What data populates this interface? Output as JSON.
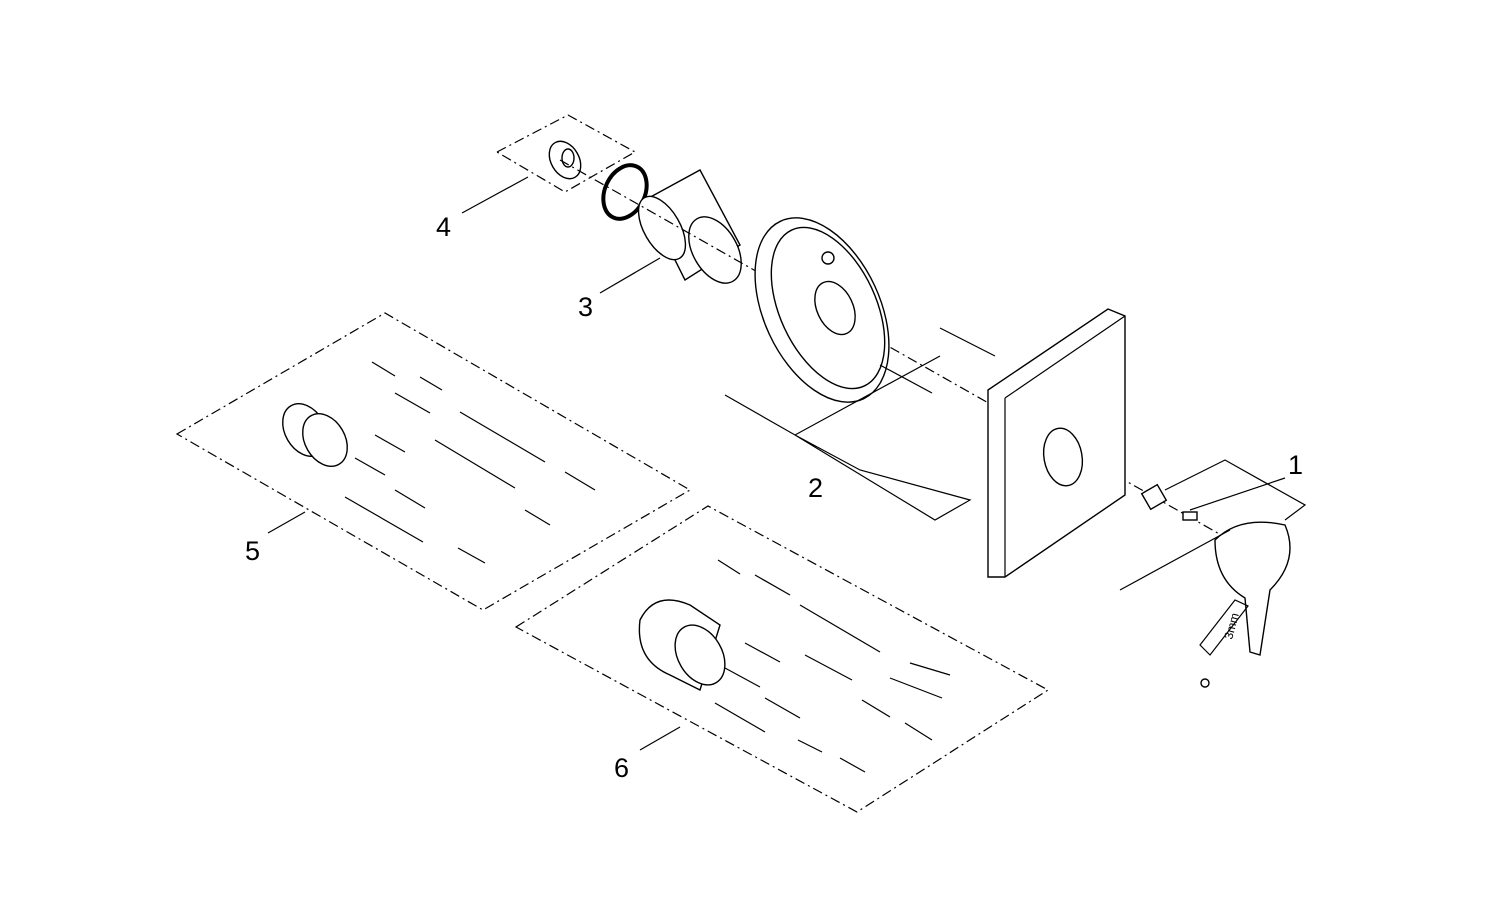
{
  "diagram": {
    "callouts": [
      "1",
      "2",
      "3",
      "4",
      "5",
      "6"
    ],
    "hex_key_label": "3mm"
  }
}
